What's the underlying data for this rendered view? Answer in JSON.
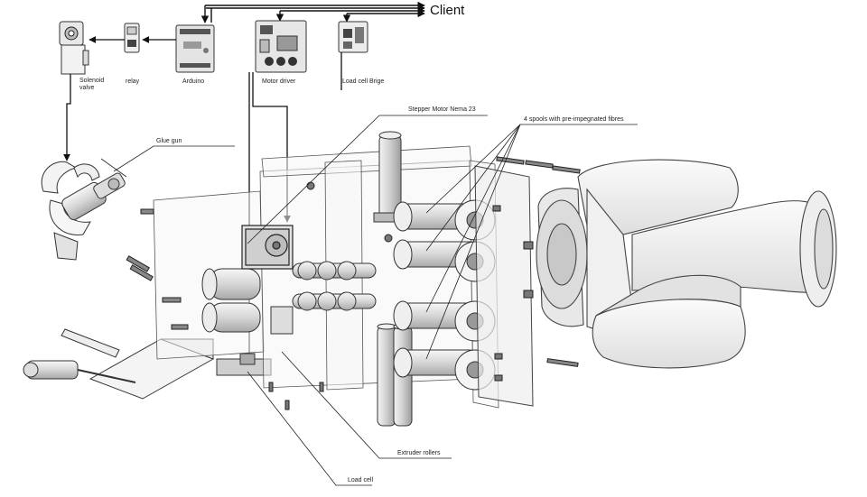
{
  "diagram": {
    "labels": {
      "client": "Client",
      "solenoid_valve": "Solenoid\nvalve",
      "relay": "relay",
      "arduino": "Arduino",
      "motor_driver": "Motor driver",
      "load_cell_bridge": "Load cell Brige",
      "stepper_motor": "Stepper Motor Nema 23",
      "spools": "4 spools with pre-impegnated fibres",
      "glue_gun": "Glue gun",
      "extruder_rollers": "Extruder rollers",
      "load_cell": "Load cell"
    }
  }
}
